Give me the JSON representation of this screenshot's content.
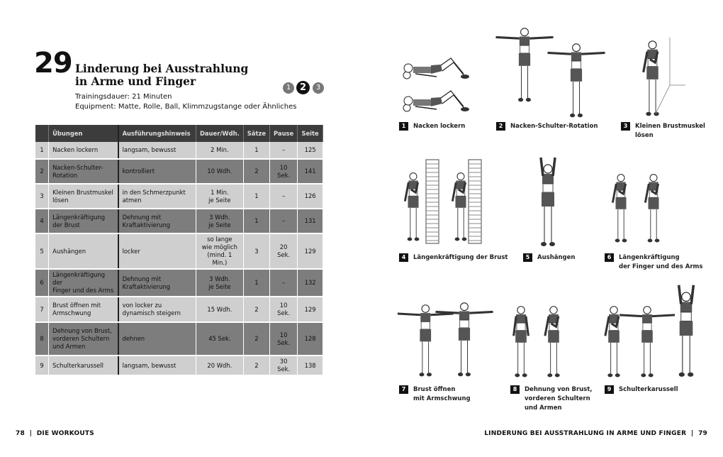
{
  "left_page": {
    "chapter_number": "29",
    "title_line1": "Linderung bei Ausstrahlung",
    "title_line2": "in Arme und Finger",
    "duration": "Trainingsdauer: 21 Minuten",
    "equipment": "Equipment: Matte, Rolle, Ball, Klimmzugstange oder Ähnliches",
    "levels": [
      "1",
      "2",
      "3"
    ],
    "active_level": "2",
    "table": {
      "headers": [
        "",
        "Übungen",
        "Ausführungshinweis",
        "Dauer/Wdh.",
        "Sätze",
        "Pause",
        "Seite"
      ],
      "rows": [
        [
          "1",
          "Nacken lockern",
          "langsam, bewusst",
          "2 Min.",
          "1",
          "–",
          "125"
        ],
        [
          "2",
          "Nacken-Schulter-\nRotation",
          "kontrolliert",
          "10 Wdh.",
          "2",
          "10 Sek.",
          "141"
        ],
        [
          "3",
          "Kleinen Brustmuskel\nlösen",
          "in den Schmerzpunkt\natmen",
          "1 Min.\nje Seite",
          "1",
          "–",
          "126"
        ],
        [
          "4",
          "Längenkräftigung\nder Brust",
          "Dehnung mit\nKraftaktivierung",
          "3 Wdh.\nje Seite",
          "1",
          "–",
          "131"
        ],
        [
          "5",
          "Aushängen",
          "locker",
          "so lange\nwie möglich\n(mind. 1 Min.)",
          "3",
          "20 Sek.",
          "129"
        ],
        [
          "6",
          "Längenkräftigung der\nFinger und des Arms",
          "Dehnung mit\nKraftaktivierung",
          "3 Wdh.\nje Seite",
          "1",
          "–",
          "132"
        ],
        [
          "7",
          "Brust öffnen mit\nArmschwung",
          "von locker zu\ndynamisch steigern",
          "15 Wdh.",
          "2",
          "10 Sek.",
          "129"
        ],
        [
          "8",
          "Dehnung von Brust,\nvorderen Schultern\nund Armen",
          "dehnen",
          "45 Sek.",
          "2",
          "10 Sek.",
          "128"
        ],
        [
          "9",
          "Schulterkarussell",
          "langsam, bewusst",
          "20 Wdh.",
          "2",
          "30 Sek.",
          "138"
        ]
      ]
    },
    "footer": {
      "page": "78",
      "section": "DIE WORKOUTS"
    }
  },
  "right_page": {
    "exercises": [
      {
        "num": "1",
        "label": "Nacken lockern",
        "label2": ""
      },
      {
        "num": "2",
        "label": "Nacken-Schulter-Rotation",
        "label2": ""
      },
      {
        "num": "3",
        "label": "Kleinen Brustmuskel",
        "label2": "lösen"
      },
      {
        "num": "4",
        "label": "Längenkräftigung der Brust",
        "label2": ""
      },
      {
        "num": "5",
        "label": "Aushängen",
        "label2": ""
      },
      {
        "num": "6",
        "label": "Längenkräftigung",
        "label2": "der Finger und des Arms"
      },
      {
        "num": "7",
        "label": "Brust öffnen",
        "label2": "mit Armschwung"
      },
      {
        "num": "8",
        "label": "Dehnung von Brust,",
        "label2": "vorderen Schultern\nund Armen"
      },
      {
        "num": "9",
        "label": "Schulterkarussell",
        "label2": ""
      }
    ],
    "footer": {
      "section": "LINDERUNG BEI AUSSTRAHLUNG IN ARME UND FINGER",
      "page": "79"
    }
  }
}
